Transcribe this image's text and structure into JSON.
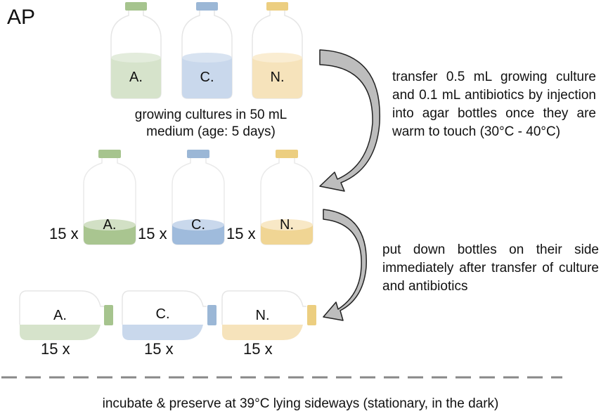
{
  "panel_label": "AP",
  "colors": {
    "A": {
      "cap": "#a6c48e",
      "liquid": "#d6e3cb",
      "liquid_top": "#e3ecdc",
      "liquid_dark": "#a9c590"
    },
    "C": {
      "cap": "#9bb7d6",
      "liquid": "#c9d8ec",
      "liquid_top": "#d8e3f1",
      "liquid_dark": "#9fbbdc"
    },
    "N": {
      "cap": "#ecce80",
      "liquid": "#f6e3bb",
      "liquid_top": "#faedd2",
      "liquid_dark": "#f0d594"
    },
    "arrow_fill": "#bdbdbd",
    "dash": "#888888"
  },
  "step1": {
    "bottles": [
      {
        "label": "A."
      },
      {
        "label": "C."
      },
      {
        "label": "N."
      }
    ],
    "caption_line1": "growing cultures in 50 mL",
    "caption_line2": "medium (age: 5 days)"
  },
  "arrow1_text": "transfer 0.5 mL growing culture and 0.1 mL antibiotics by injection into agar bottles once they are warm to touch (30°C - 40°C)",
  "step2": {
    "bottles": [
      {
        "label": "A.",
        "count": "15 x"
      },
      {
        "label": "C.",
        "count": "15 x"
      },
      {
        "label": "N.",
        "count": "15 x"
      }
    ]
  },
  "arrow2_text": "put down bottles on their side immediately after transfer of culture and antibiotics",
  "step3": {
    "bottles": [
      {
        "label": "A.",
        "count": "15 x"
      },
      {
        "label": "C.",
        "count": "15 x"
      },
      {
        "label": "N.",
        "count": "15 x"
      }
    ]
  },
  "footer_text": "incubate & preserve at 39°C lying sideways (stationary, in the dark)"
}
